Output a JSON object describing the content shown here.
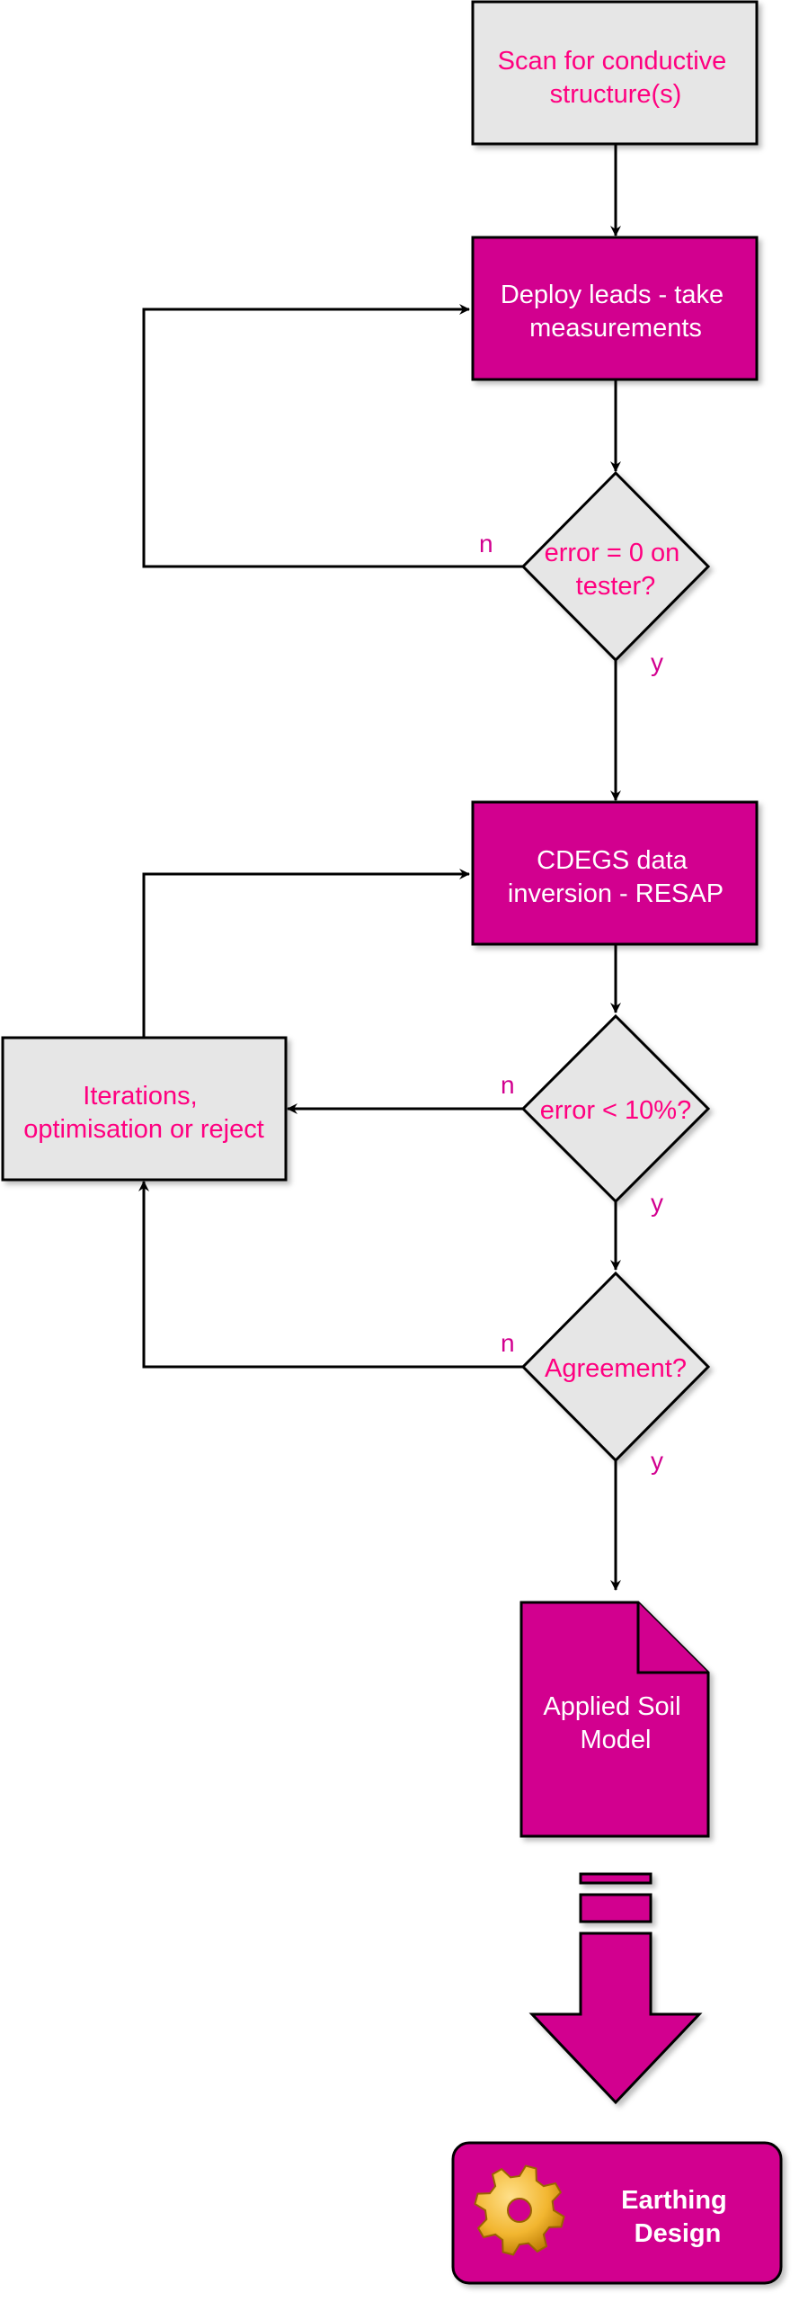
{
  "colors": {
    "magenta": "#d2008f",
    "grey_fill": "#e6e6e6",
    "pink_text": "#ff0080",
    "white_text": "#ffffff",
    "stroke": "#000000",
    "gear": "#f2b630"
  },
  "nodes": {
    "scan": {
      "lines": [
        "Scan for conductive",
        "structure(s)"
      ]
    },
    "deploy": {
      "lines": [
        "Deploy leads - take",
        "measurements"
      ]
    },
    "decision_tester": {
      "lines": [
        "error = 0 on",
        "tester?"
      ]
    },
    "cdegs": {
      "lines": [
        "CDEGS data",
        "inversion - RESAP"
      ]
    },
    "iterations": {
      "lines": [
        "Iterations,",
        "optimisation or reject"
      ]
    },
    "decision_error": {
      "lines": [
        "error < 10%?"
      ]
    },
    "decision_agreement": {
      "lines": [
        "Agreement?"
      ]
    },
    "soil_model": {
      "lines": [
        "Applied Soil",
        "Model"
      ]
    },
    "earthing": {
      "lines": [
        "Earthing",
        "Design"
      ],
      "icon": "gear-icon"
    }
  },
  "edge_labels": {
    "tester_no": "n",
    "tester_yes": "y",
    "error_no": "n",
    "error_yes": "y",
    "agreement_no": "n",
    "agreement_yes": "y"
  }
}
